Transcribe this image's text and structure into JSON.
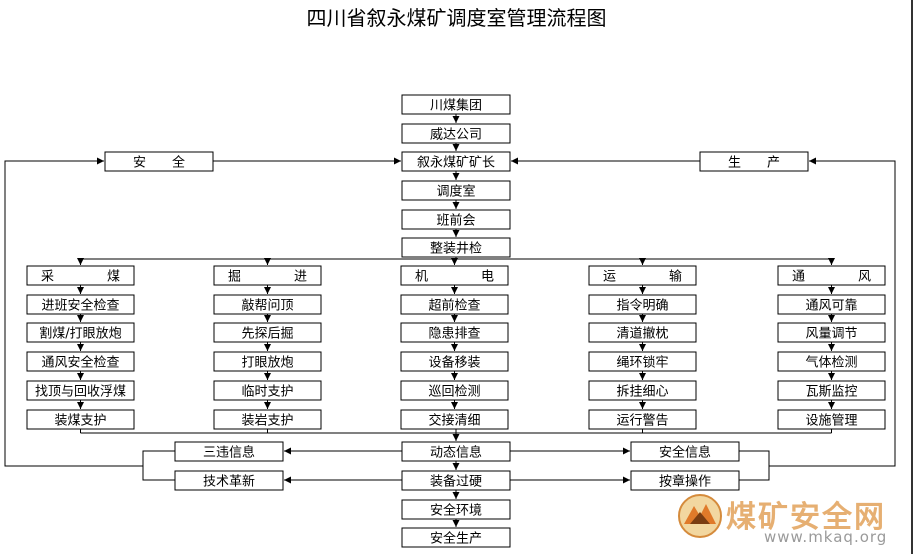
{
  "title": "四川省叙永煤矿调度室管理流程图",
  "main_chain": [
    "川煤集团",
    "威达公司",
    "叙永煤矿矿长",
    "调度室",
    "班前会",
    "整装井检"
  ],
  "side_left": "安　　全",
  "side_right": "生　　产",
  "columns": [
    {
      "header": [
        "采",
        "煤"
      ],
      "items": [
        "进班安全检查",
        "割煤/打眼放炮",
        "通风安全检查",
        "找顶与回收浮煤",
        "装煤支护"
      ]
    },
    {
      "header": [
        "掘",
        "进"
      ],
      "items": [
        "敲帮问顶",
        "先探后掘",
        "打眼放炮",
        "临时支护",
        "装岩支护"
      ]
    },
    {
      "header": [
        "机",
        "电"
      ],
      "items": [
        "超前检查",
        "隐患排查",
        "设备移装",
        "巡回检测",
        "交接清细"
      ]
    },
    {
      "header": [
        "运",
        "输"
      ],
      "items": [
        "指令明确",
        "清道撤枕",
        "绳环锁牢",
        "拆挂细心",
        "运行警告"
      ]
    },
    {
      "header": [
        "通",
        "风"
      ],
      "items": [
        "通风可靠",
        "风量调节",
        "气体检测",
        "瓦斯监控",
        "设施管理"
      ]
    }
  ],
  "bottom_center": [
    "动态信息",
    "装备过硬",
    "安全环境",
    "安全生产"
  ],
  "bottom_left": [
    "三违信息",
    "技术革新"
  ],
  "bottom_right": [
    "安全信息",
    "按章操作"
  ],
  "watermark": {
    "text": "煤矿安全网",
    "url": "www.mkaq.org"
  }
}
